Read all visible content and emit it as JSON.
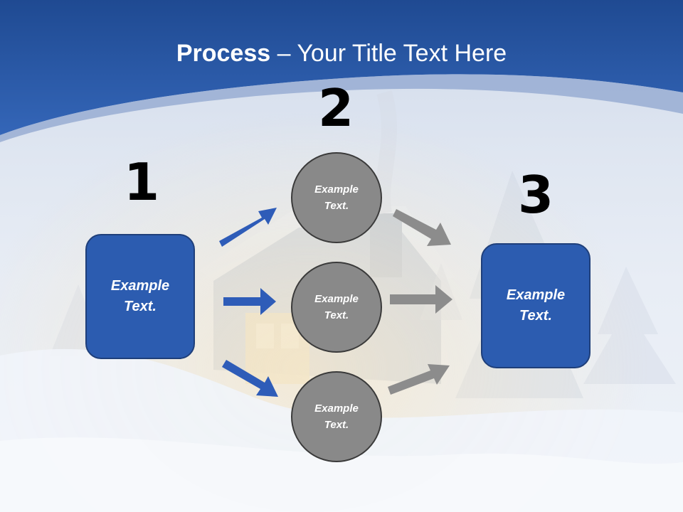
{
  "title": {
    "bold": "Process",
    "rest": " – Your Title Text Here"
  },
  "steps": [
    {
      "number": "1",
      "label": "Example Text."
    },
    {
      "number": "2",
      "label": "Example Text."
    },
    {
      "number": "3",
      "label": "Example Text."
    }
  ],
  "circles": [
    {
      "label": "Example Text."
    },
    {
      "label": "Example Text."
    },
    {
      "label": "Example Text."
    }
  ],
  "colors": {
    "header_blue": "#2a5aa8",
    "box_fill": "#2c5cb0",
    "circle_fill": "#898989",
    "arrow_blue": "#2e5cb8",
    "arrow_gray": "#8c8c8c"
  }
}
